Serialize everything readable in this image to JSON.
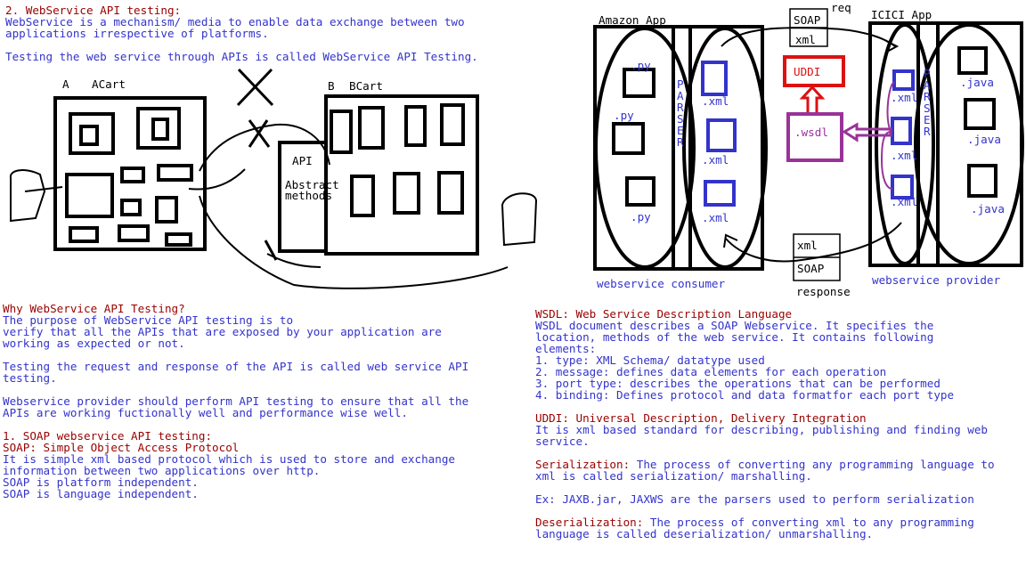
{
  "left_top": {
    "heading": "2. WebService API testing:",
    "line1": "WebService is a mechanism/ media to enable data exchange between two",
    "line2": "applications irrespective of platforms.",
    "line3": "Testing the web service through APIs is called WebService API Testing."
  },
  "left_diagram": {
    "app_a_label": "A",
    "app_a_name": "ACart",
    "app_b_label": "B",
    "app_b_name": "BCart",
    "api_label": "API",
    "abstract_label": "Abstract",
    "methods_label": "methods"
  },
  "left_bottom": {
    "why_heading": "Why WebService API Testing?",
    "purpose1": "The purpose of WebService API testing is to",
    "purpose2": "verify that all the APIs that are exposed by your application are",
    "purpose3": "working as expected or not.",
    "req1": "Testing the request and response of the API is called web service API",
    "req2": "testing.",
    "prov1": "Webservice provider should perform API testing to ensure that all the",
    "prov2": "APIs are working fuctionally well and performance wise well.",
    "soap_heading": "1. SOAP webservice API testing:",
    "soap_def": "SOAP: Simple Object Access Protocol",
    "soap1": "It is simple xml based protocol which is used to store and exchange",
    "soap2": "information between two applications over http.",
    "soap3": "SOAP is platform independent.",
    "soap4": "SOAP is language independent."
  },
  "right_diagram": {
    "amazon_app": "Amazon App",
    "icici_app": "ICICI App",
    "parser": [
      "P",
      "A",
      "R",
      "S",
      "E",
      "R"
    ],
    "py_labels": [
      ".py",
      ".py",
      ".py"
    ],
    "xml_labels": [
      ".xml",
      ".xml",
      ".xml"
    ],
    "icici_xml_labels": [
      ".xml",
      ".xml",
      ".xml"
    ],
    "java_labels": [
      ".java",
      ".java",
      ".java"
    ],
    "soap_top": "SOAP",
    "xml_top": "xml",
    "req": "req",
    "uddi": "UDDI",
    "wsdl": ".wsdl",
    "xml_bottom": "xml",
    "soap_bottom": "SOAP",
    "response": "response",
    "consumer": "webservice consumer",
    "provider": "webservice provider"
  },
  "right_bottom": {
    "wsdl_heading": "WSDL: Web Service Description Language",
    "wsdl1": "WSDL document describes a SOAP Webservice. It specifies the",
    "wsdl2": "location, methods of the web service. It contains following",
    "wsdl3": "elements:",
    "el1": "1. type: XML Schema/ datatype used",
    "el2": "2. message: defines data elements for each operation",
    "el3": "3. port type: describes the operations that can be performed",
    "el4": "4. binding: Defines protocol and data formatfor each port type",
    "uddi_heading": "UDDI: Universal Description, Delivery Integration",
    "uddi1": "It is xml based standard for describing, publishing and finding web",
    "uddi2": "service.",
    "ser_label": "Serialization:",
    "ser1": " The process of converting any programming language to",
    "ser2": "xml is called serialization/ marshalling.",
    "ex": "Ex: JAXB.jar, JAXWS are the parsers used to perform serialization",
    "deser_label": "Deserialization:",
    "deser1": " The process of converting xml to any programming",
    "deser2": "language is called deserialization/ unmarshalling."
  },
  "colors": {
    "text_blue": "#3333cc",
    "text_red": "#990000",
    "uddi_red": "#dd1111",
    "wsdl_purple": "#993399",
    "box_blue": "#3333cc"
  }
}
